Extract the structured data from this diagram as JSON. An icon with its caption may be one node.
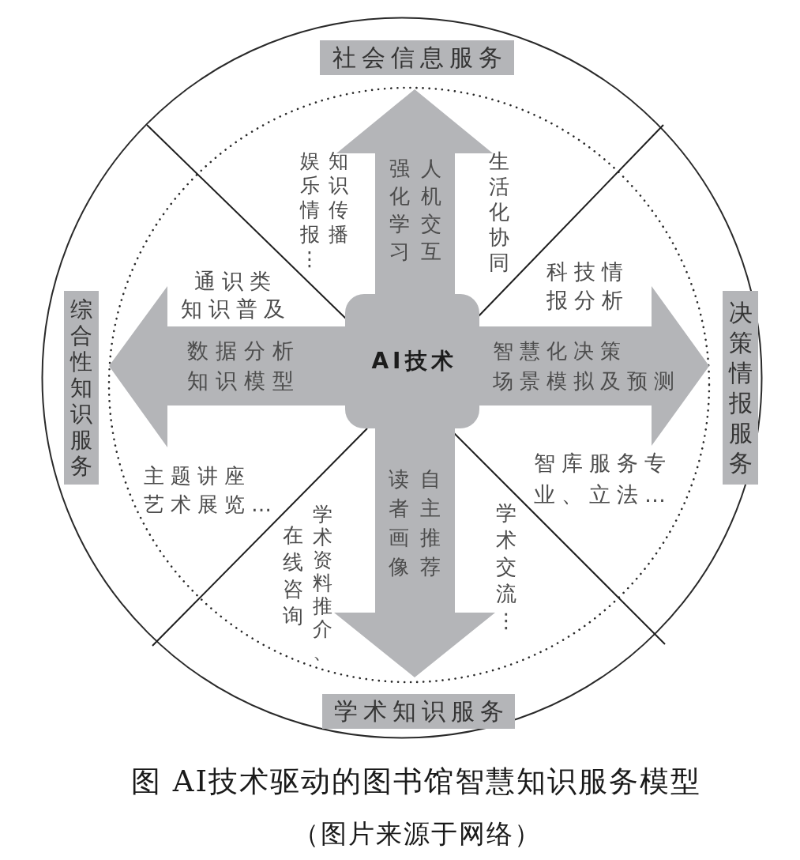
{
  "diagram": {
    "caption": "图 AI技术驱动的图书馆智慧知识服务模型",
    "nodes": [
      {
        "text": [],
        "shape": "circle"
      },
      {
        "text": [
          "社会信息服务"
        ],
        "in": 0
      },
      {
        "text": [
          "强化学习",
          "人机交互"
        ],
        "in": 0
      },
      {
        "text": [
          "综合性知识服务"
        ],
        "in": 0
      },
      {
        "text": [
          "数据分析",
          "知识模型"
        ],
        "in": 0
      },
      {
        "text": [
          "AI技术"
        ],
        "in": 0
      },
      {
        "text": [
          "智慧化决策",
          "场景模拟及预测"
        ],
        "in": 0
      },
      {
        "text": [
          "决策情报服务"
        ],
        "in": 0
      },
      {
        "text": [
          "读者画像",
          "自主推荐"
        ],
        "in": 0
      },
      {
        "text": [
          "学术知识服务"
        ],
        "in": 0
      }
    ],
    "labels": [
      "娱乐情报⋮",
      "知识传播",
      "生活化协同",
      "通识类知识普及",
      "科技情报分析",
      "主题讲座",
      "艺术展览…",
      "智库服务专业、立法…",
      "在线咨询",
      "学术资料推介、",
      "学术交流⋮",
      "（图片来源于网络）"
    ]
  }
}
